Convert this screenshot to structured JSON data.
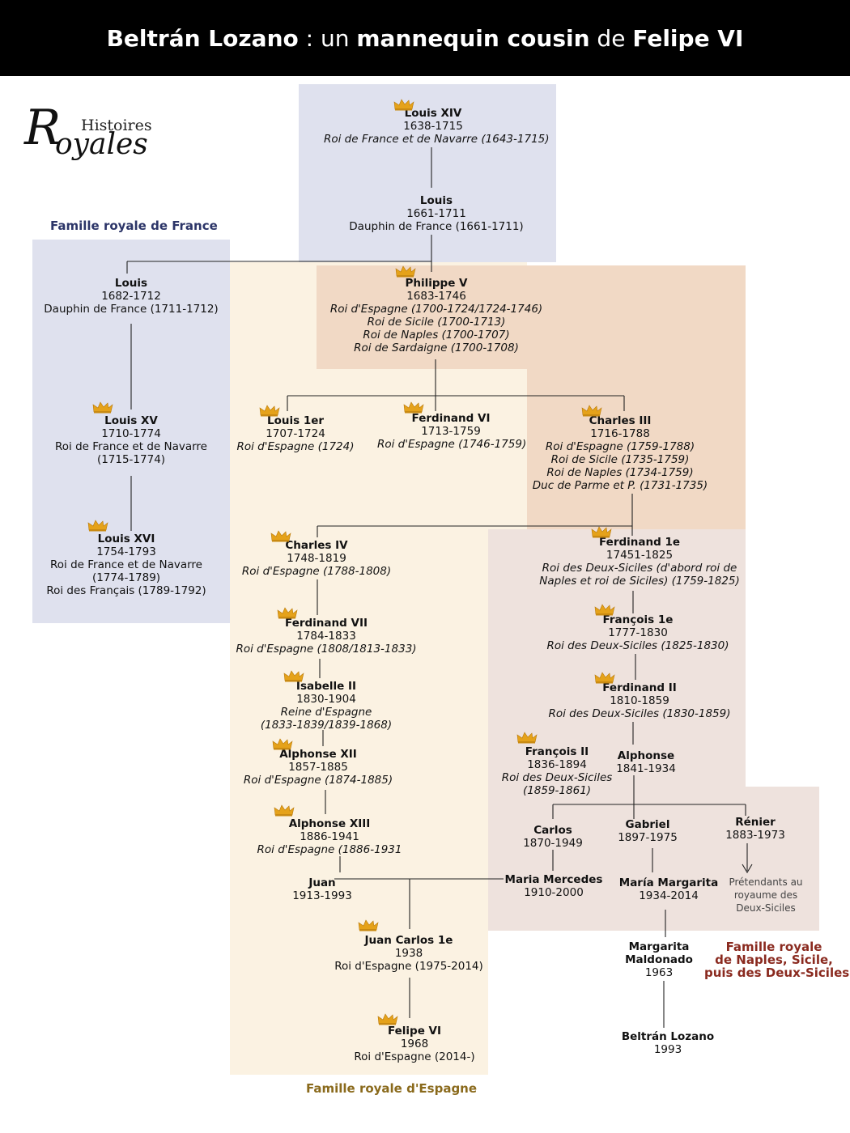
{
  "header": {
    "part1": "Beltrán Lozano",
    "part2": " : un ",
    "part3": "mannequin cousin",
    "part4": " de ",
    "part5": "Felipe VI"
  },
  "logo": {
    "line1": "Histoires",
    "line2": "Royales"
  },
  "colors": {
    "france": "#dfe1ee",
    "espagne": "#fbf2e2",
    "philippe": "#f1d9c5",
    "naples": "#eee2dd",
    "header_bg": "#000000",
    "crown": "#e5a21a",
    "france_label": "#2c3568",
    "espagne_label": "#8a6a1c",
    "naples_label": "#8a2a1f"
  },
  "families": {
    "france": "Famille royale de France",
    "espagne": "Famille royale d'Espagne",
    "naples": [
      "Famille royale",
      "de Naples, Sicile,",
      "puis des Deux-Siciles"
    ]
  },
  "pretendants": [
    "Prétendants au",
    "royaume des",
    "Deux-Siciles"
  ],
  "people": {
    "louis_xiv": {
      "name": "Louis XIV",
      "dates": "1638-1715",
      "titles": [
        "Roi de France et de Navarre (1643-1715)"
      ]
    },
    "louis_dauphin1": {
      "name": "Louis",
      "dates": "1661-1711",
      "titles": [
        "Dauphin de France (1661-1711)"
      ]
    },
    "louis_dauphin2": {
      "name": "Louis",
      "dates": "1682-1712",
      "titles": [
        "Dauphin de France (1711-1712)"
      ]
    },
    "louis_xv": {
      "name": "Louis XV",
      "dates": "1710-1774",
      "titles": [
        "Roi de France et de Navarre",
        "(1715-1774)"
      ]
    },
    "louis_xvi": {
      "name": "Louis XVI",
      "dates": "1754-1793",
      "titles": [
        "Roi de France et de Navarre",
        "(1774-1789)",
        "Roi des Français (1789-1792)"
      ]
    },
    "philippe_v": {
      "name": "Philippe V",
      "dates": "1683-1746",
      "titles": [
        "Roi d'Espagne (1700-1724/1724-1746)",
        "Roi de Sicile (1700-1713)",
        "Roi de Naples (1700-1707)",
        "Roi de Sardaigne (1700-1708)"
      ]
    },
    "louis_1er": {
      "name": "Louis 1er",
      "dates": "1707-1724",
      "titles": [
        "Roi d'Espagne (1724)"
      ]
    },
    "ferdinand_vi": {
      "name": "Ferdinand VI",
      "dates": "1713-1759",
      "titles": [
        "Roi d'Espagne (1746-1759)"
      ]
    },
    "charles_iii": {
      "name": "Charles III",
      "dates": "1716-1788",
      "titles": [
        "Roi d'Espagne (1759-1788)",
        "Roi de Sicile (1735-1759)",
        "Roi de Naples (1734-1759)",
        "Duc de Parme et P. (1731-1735)"
      ]
    },
    "charles_iv": {
      "name": "Charles IV",
      "dates": "1748-1819",
      "titles": [
        "Roi d'Espagne (1788-1808)"
      ]
    },
    "ferdinand_1e": {
      "name": "Ferdinand 1e",
      "dates": "17451-1825",
      "titles": [
        "Roi des Deux-Siciles (d'abord roi de",
        "Naples et roi de Siciles) (1759-1825)"
      ]
    },
    "ferdinand_vii": {
      "name": "Ferdinand VII",
      "dates": "1784-1833",
      "titles": [
        "Roi d'Espagne (1808/1813-1833)"
      ]
    },
    "francois_1e": {
      "name": "François 1e",
      "dates": "1777-1830",
      "titles": [
        "Roi des Deux-Siciles (1825-1830)"
      ]
    },
    "isabelle_ii": {
      "name": "Isabelle II",
      "dates": "1830-1904",
      "titles": [
        "Reine d'Espagne",
        "(1833-1839/1839-1868)"
      ]
    },
    "ferdinand_ii": {
      "name": "Ferdinand II",
      "dates": "1810-1859",
      "titles": [
        "Roi des Deux-Siciles (1830-1859)"
      ]
    },
    "alphonse_xii": {
      "name": "Alphonse XII",
      "dates": "1857-1885",
      "titles": [
        "Roi d'Espagne (1874-1885)"
      ]
    },
    "francois_ii": {
      "name": "François II",
      "dates": "1836-1894",
      "titles": [
        "Roi des Deux-Siciles",
        "(1859-1861)"
      ]
    },
    "alphonse": {
      "name": "Alphonse",
      "dates": "1841-1934",
      "titles": []
    },
    "alphonse_xiii": {
      "name": "Alphonse XIII",
      "dates": "1886-1941",
      "titles": [
        "Roi d'Espagne (1886-1931"
      ]
    },
    "carlos": {
      "name": "Carlos",
      "dates": "1870-1949",
      "titles": []
    },
    "gabriel": {
      "name": "Gabriel",
      "dates": "1897-1975",
      "titles": []
    },
    "renier": {
      "name": "Rénier",
      "dates": "1883-1973",
      "titles": []
    },
    "juan": {
      "name": "Juan",
      "dates": "1913-1993",
      "titles": []
    },
    "maria_mercedes": {
      "name": "Maria Mercedes",
      "dates": "1910-2000",
      "titles": []
    },
    "maria_margarita": {
      "name": "María Margarita",
      "dates": "1934-2014",
      "titles": []
    },
    "juan_carlos": {
      "name": "Juan Carlos 1e",
      "dates": "1938",
      "titles": [
        "Roi d'Espagne (1975-2014)"
      ]
    },
    "margarita_maldonado": {
      "name": "Margarita Maldonado",
      "name_lines": [
        "Margarita",
        "Maldonado"
      ],
      "dates": "1963",
      "titles": []
    },
    "felipe_vi": {
      "name": "Felipe VI",
      "dates": "1968",
      "titles": [
        "Roi d'Espagne (2014-)"
      ]
    },
    "beltran": {
      "name": "Beltrán Lozano",
      "dates": "1993",
      "titles": []
    }
  }
}
